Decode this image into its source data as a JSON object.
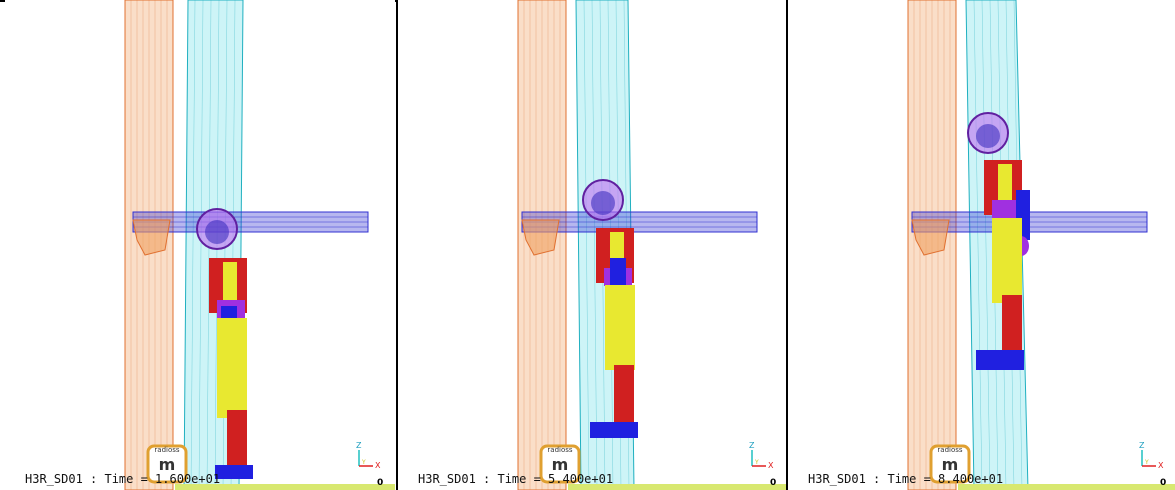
{
  "frames": [
    {
      "label": "H3R_SD01 : Time = 1.600e+01",
      "zero": "0"
    },
    {
      "label": "H3R_SD01 : Time = 5.400e+01",
      "zero": "0"
    },
    {
      "label": "H3R_SD01 : Time = 8.400e+01",
      "zero": "0"
    }
  ],
  "logo": {
    "text": "radioss"
  },
  "triad": {
    "z": "Z",
    "x": "X"
  },
  "colors": {
    "pole_orange": "#f0a060",
    "pole_cyan": "#70e0e8",
    "bar_blue": "#3030d0",
    "dummy_red": "#d02020",
    "dummy_yellow": "#e8e830",
    "dummy_purple": "#a030e0",
    "dummy_blue": "#2020e0",
    "ground": "#d8e870"
  }
}
